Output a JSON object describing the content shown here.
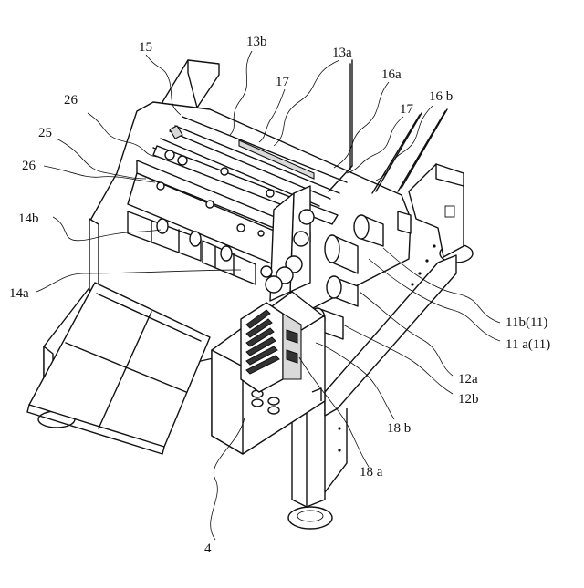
{
  "figure": {
    "labels": {
      "l15": "15",
      "l13b": "13b",
      "l13a": "13a",
      "l17a": "17",
      "l16a": "16a",
      "l26a": "26",
      "l17b": "17",
      "l16b": "16 b",
      "l25": "25",
      "l26b": "26",
      "l14b": "14b",
      "l14a": "14a",
      "l11b": "11b(11)",
      "l11a": "11 a(11)",
      "l12a": "12a",
      "l12b": "12b",
      "l18b": "18 b",
      "l18a": "18 a",
      "l4": "4"
    }
  }
}
